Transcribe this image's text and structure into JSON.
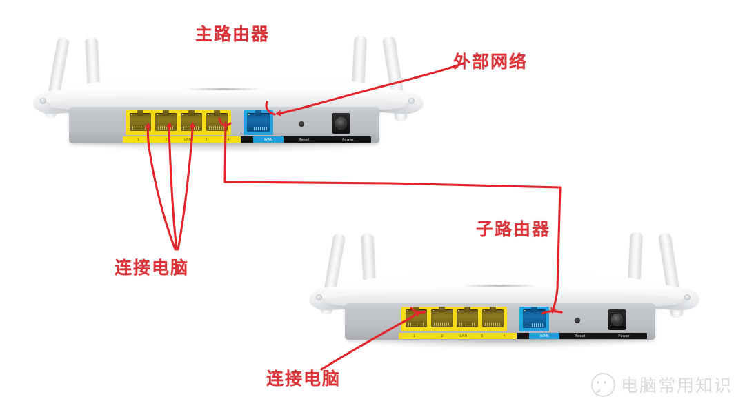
{
  "diagram": {
    "title_annotations": {
      "main_router": "主路由器",
      "external_network": "外部网络",
      "sub_router": "子路由器",
      "connect_pc_top": "连接电脑",
      "connect_pc_bottom": "连接电脑"
    },
    "ink_color": "#d8343a",
    "background_color": "#ffffff"
  },
  "routers": [
    {
      "id": "main-router",
      "name": "主路由器",
      "antenna_count": 4,
      "ports": {
        "lan_label": "LAN",
        "lan_numbers": [
          "1",
          "2",
          "3",
          "4"
        ],
        "wan_label": "WAN",
        "reset_label": "Reset",
        "power_label": "Power",
        "lan_color": "#f5dc16",
        "wan_color": "#24a3e0",
        "strip_dark_color": "#141414"
      },
      "strip_segments": [
        {
          "text": "1",
          "style": "yellow"
        },
        {
          "text": "2",
          "style": "yellow"
        },
        {
          "text": "LAN",
          "style": "yellow"
        },
        {
          "text": "3",
          "style": "yellow"
        },
        {
          "text": "4",
          "style": "yellow"
        },
        {
          "text": "",
          "style": "black"
        },
        {
          "text": "WAN",
          "style": "blue"
        },
        {
          "text": "Reset",
          "style": "black"
        },
        {
          "text": "Power",
          "style": "black"
        }
      ]
    },
    {
      "id": "sub-router",
      "name": "子路由器",
      "antenna_count": 4,
      "ports": {
        "lan_label": "LAN",
        "lan_numbers": [
          "1",
          "2",
          "3",
          "4"
        ],
        "wan_label": "WAN",
        "reset_label": "Reset",
        "power_label": "Power",
        "lan_color": "#f5dc16",
        "wan_color": "#24a3e0",
        "strip_dark_color": "#141414"
      },
      "strip_segments": [
        {
          "text": "1",
          "style": "yellow"
        },
        {
          "text": "2",
          "style": "yellow"
        },
        {
          "text": "LAN",
          "style": "yellow"
        },
        {
          "text": "3",
          "style": "yellow"
        },
        {
          "text": "4",
          "style": "yellow"
        },
        {
          "text": "",
          "style": "black"
        },
        {
          "text": "WAN",
          "style": "blue"
        },
        {
          "text": "Reset",
          "style": "black"
        },
        {
          "text": "Power",
          "style": "black"
        }
      ]
    }
  ],
  "watermark": {
    "text": "电脑常用知识",
    "logo": "wechat-icon",
    "color": "#c4c6c9"
  }
}
